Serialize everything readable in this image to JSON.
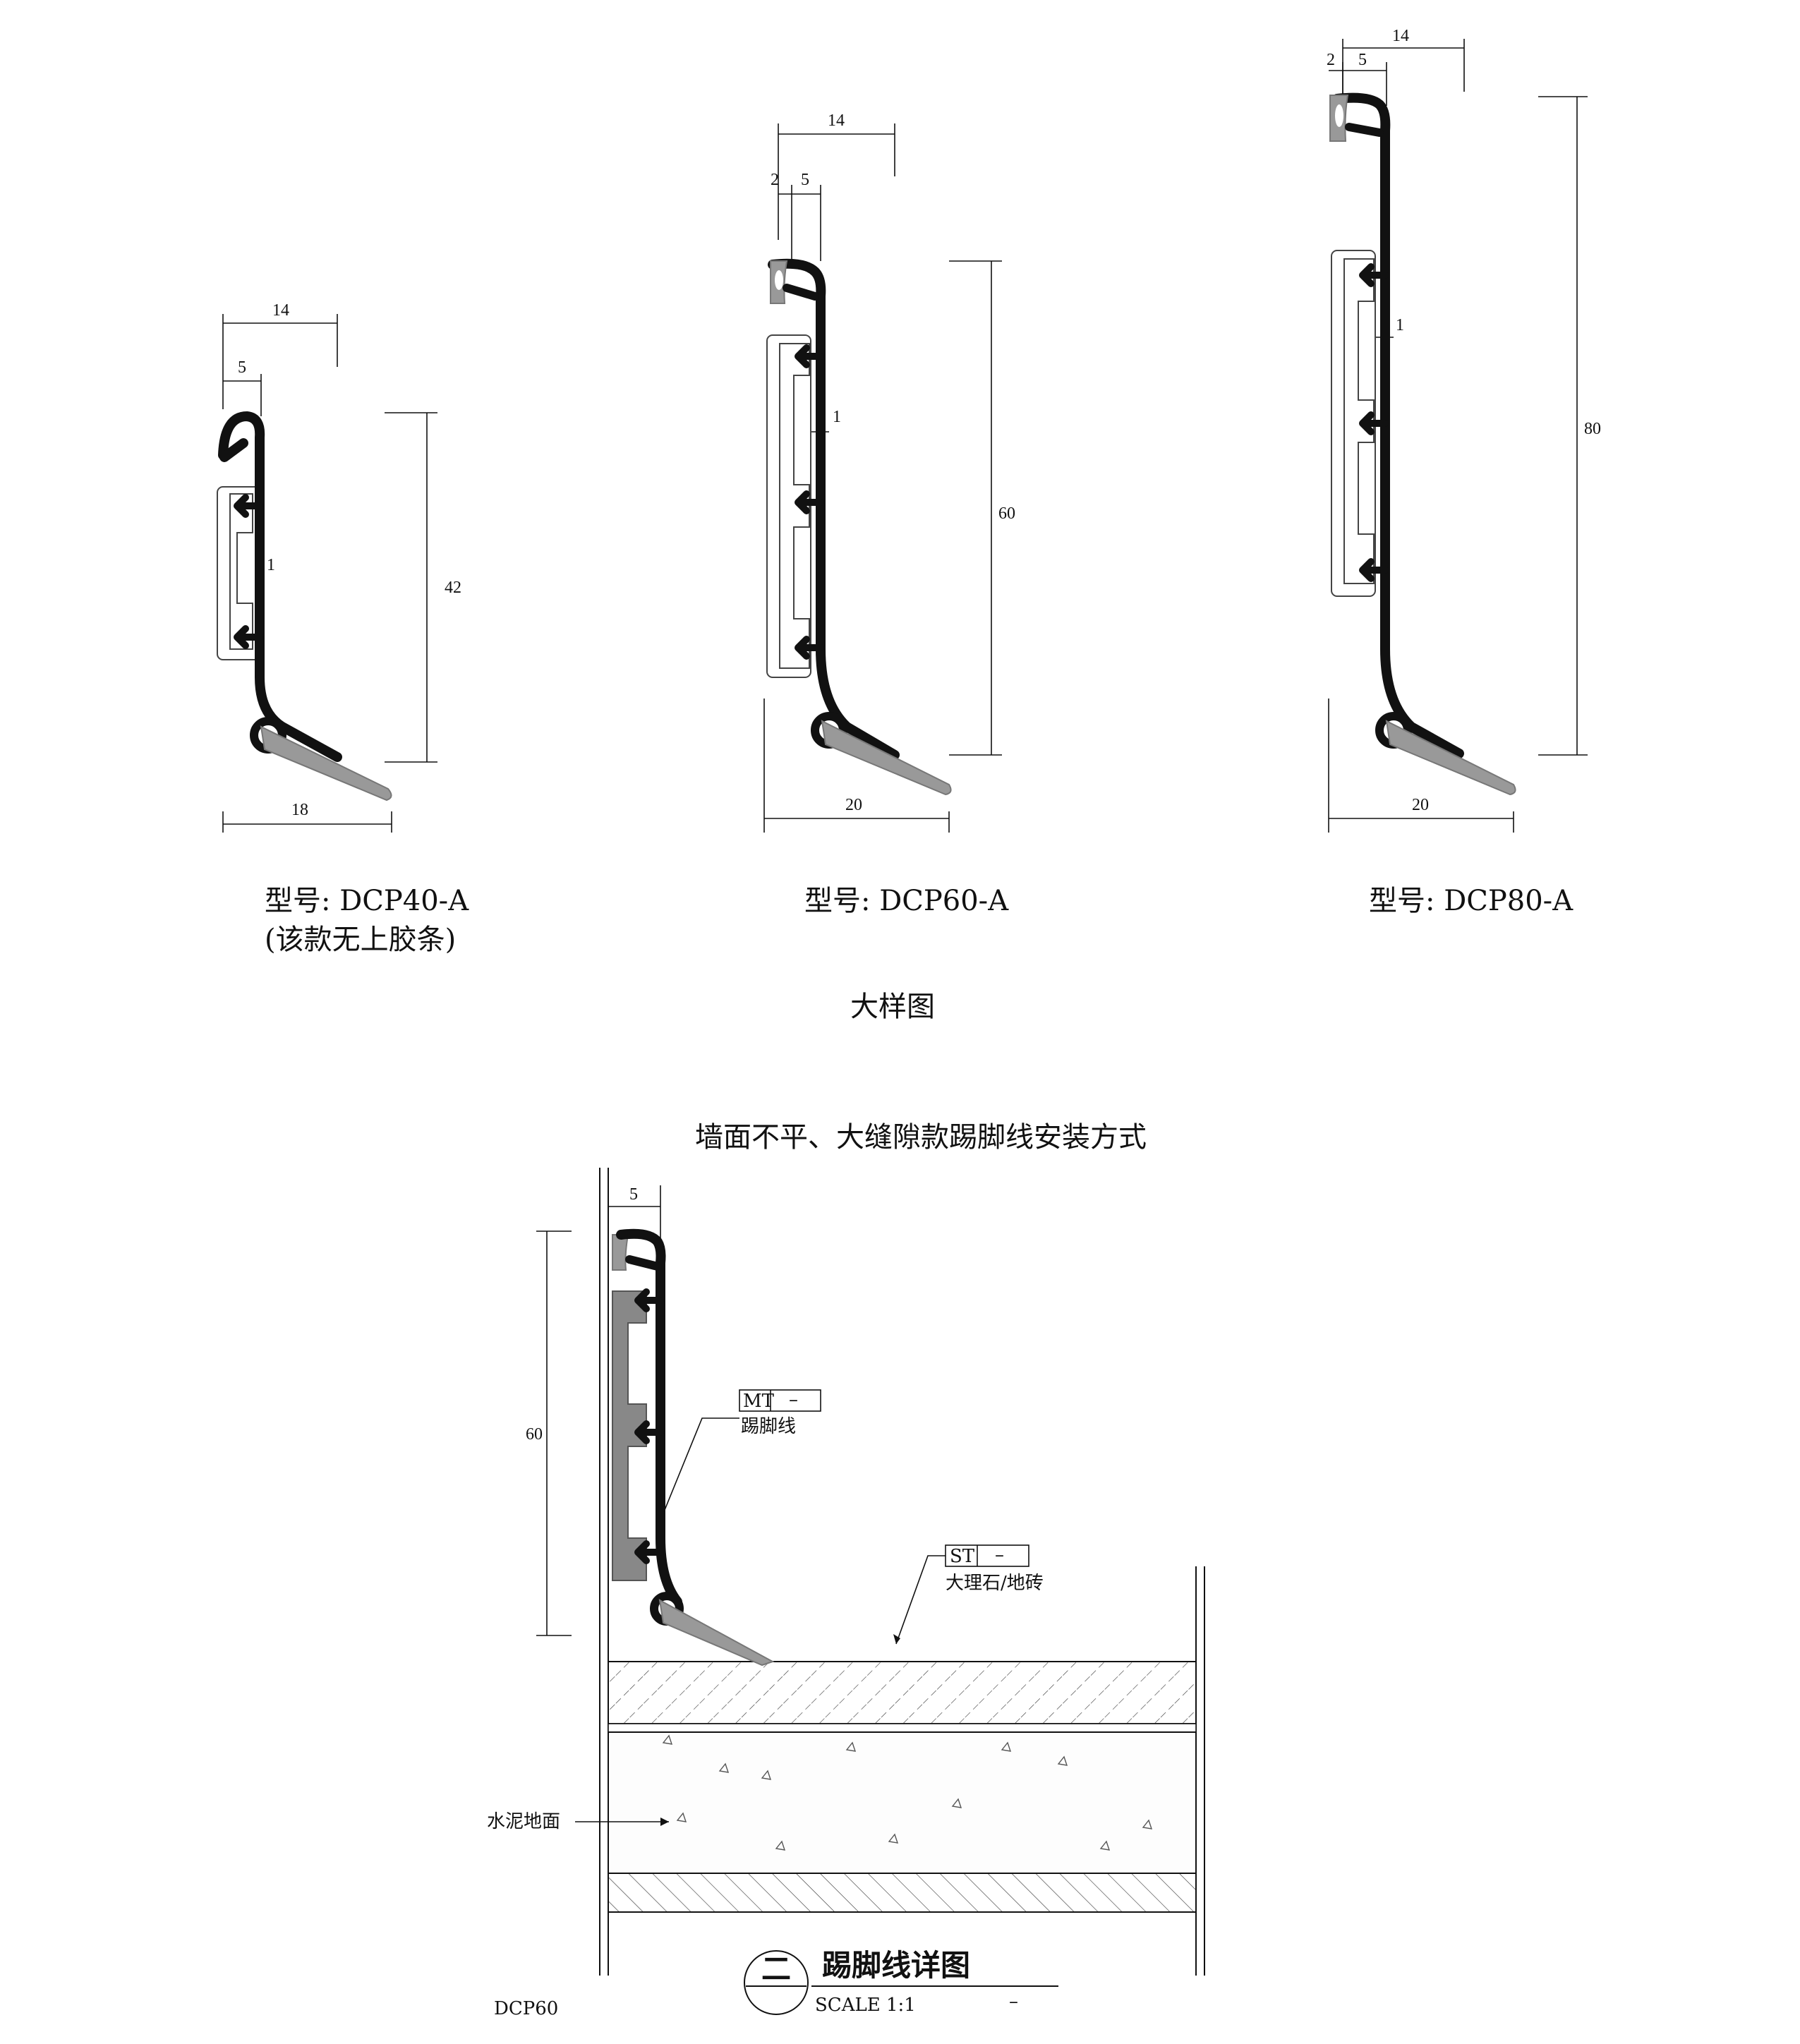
{
  "models": [
    {
      "caption": "型号: DCP40-A",
      "note": "(该款无上胶条)",
      "dims": {
        "top": "14",
        "inner": "5",
        "gap": "1",
        "height": "42",
        "base": "18"
      }
    },
    {
      "caption": "型号: DCP60-A",
      "dims": {
        "top": "14",
        "a": "2",
        "b": "5",
        "gap": "1",
        "height": "60",
        "base": "20"
      }
    },
    {
      "caption": "型号: DCP80-A",
      "dims": {
        "top": "14",
        "a": "2",
        "b": "5",
        "gap": "1",
        "height": "80",
        "base": "20"
      }
    }
  ],
  "detail_caption": "大样图",
  "install_title": "墙面不平、大缝隙款踢脚线安装方式",
  "section": {
    "dim_top": "5",
    "dim_height": "60",
    "tag_mt": {
      "code": "MT",
      "value": "–",
      "label": "踢脚线"
    },
    "tag_st": {
      "code": "ST",
      "value": "–",
      "label": "大理石/地砖"
    },
    "cement_label": "水泥地面",
    "model_label": "DCP60"
  },
  "title_block": {
    "number": "二",
    "title": "踢脚线详图",
    "scale": "SCALE  1:1",
    "dash": "–"
  }
}
